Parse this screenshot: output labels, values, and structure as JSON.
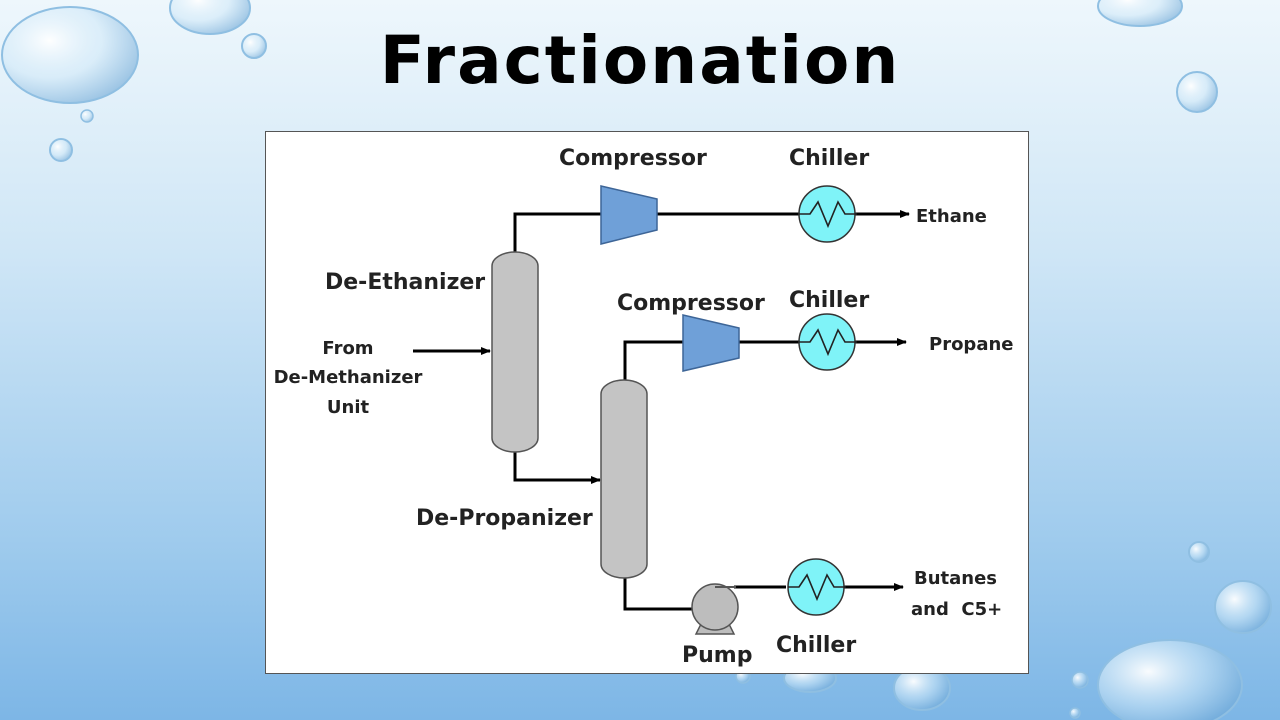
{
  "title": "Fractionation",
  "diagram": {
    "labels": {
      "compressor_top": "Compressor",
      "chiller_top": "Chiller",
      "ethane": "Ethane",
      "de_ethanizer": "De-Ethanizer",
      "compressor_mid": "Compressor",
      "chiller_mid": "Chiller",
      "propane": "Propane",
      "feed_line1": "From",
      "feed_line2": "De-Methanizer",
      "feed_line3": "Unit",
      "de_propanizer": "De-Propanizer",
      "butanes_line1": "Butanes",
      "butanes_line2": "and  C5+",
      "pump": "Pump",
      "chiller_bottom": "Chiller"
    },
    "colors": {
      "column_fill": "#c4c4c4",
      "compressor_fill": "#6fa0d8",
      "chiller_fill": "#7ff3f8",
      "pump_fill": "#bdbdbd",
      "line": "#000000"
    }
  }
}
